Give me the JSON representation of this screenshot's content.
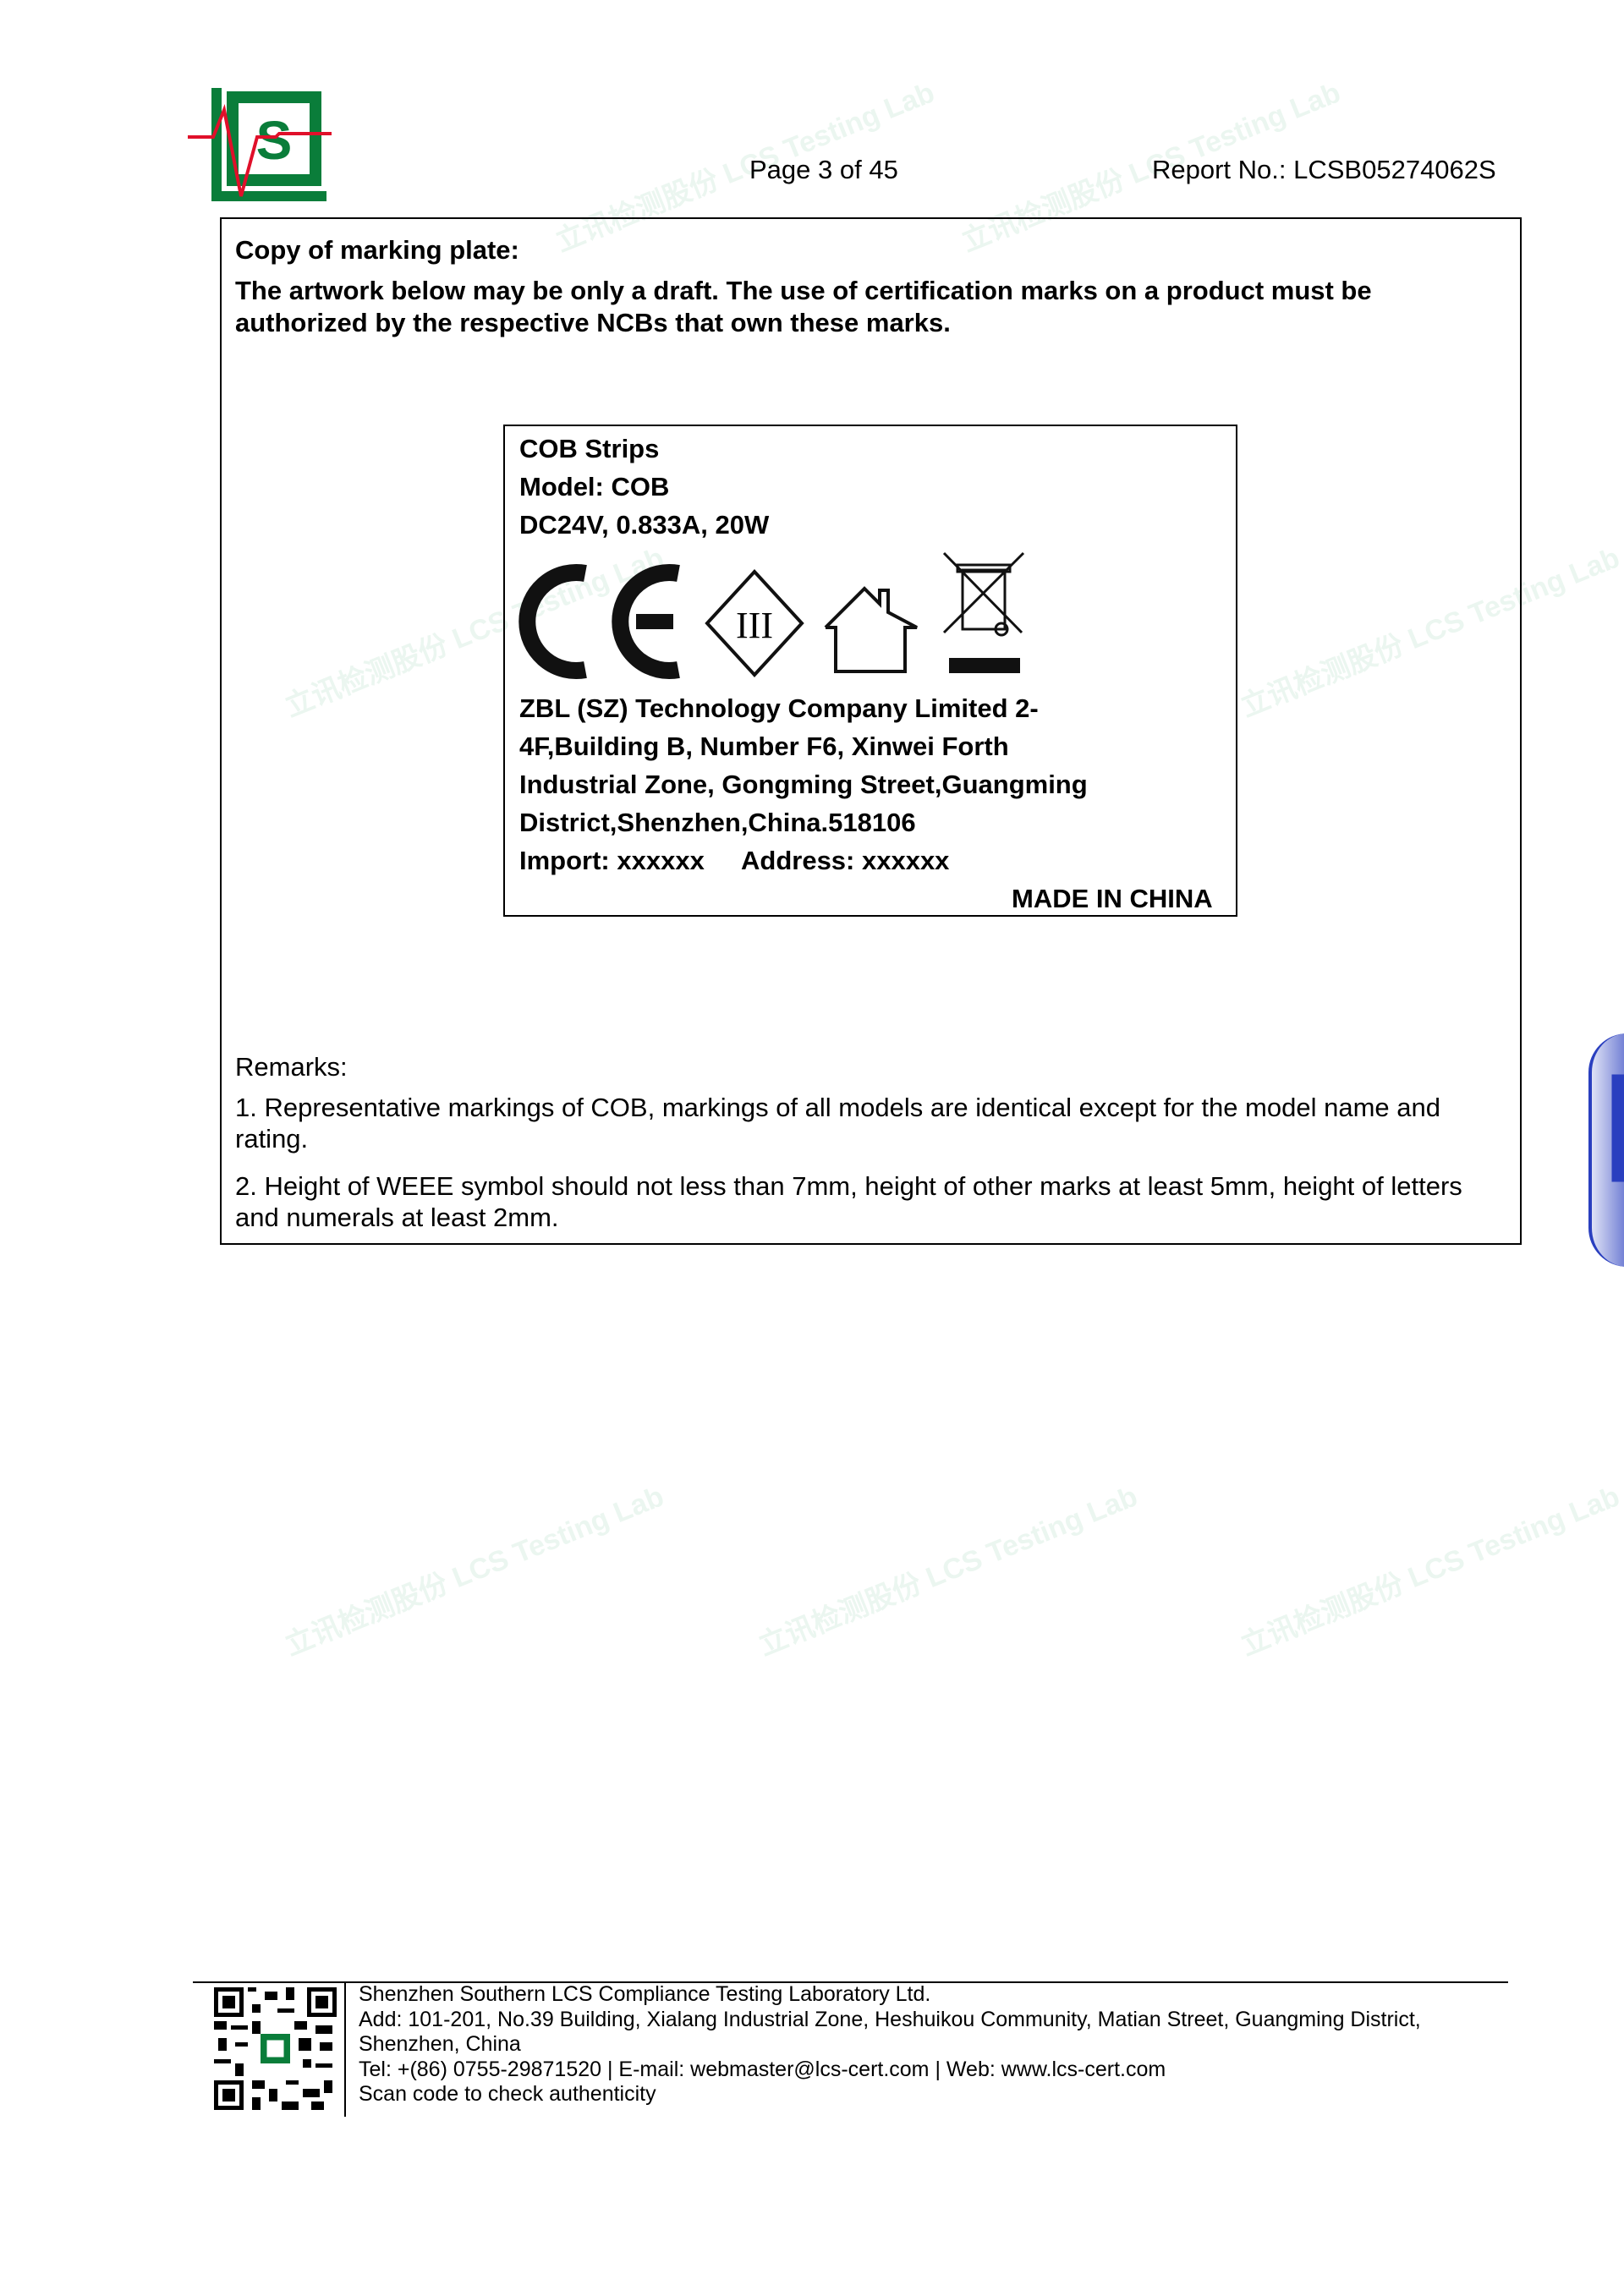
{
  "header": {
    "logo_text": "LCS",
    "page": "Page 3 of 45",
    "report_no": "Report No.: LCSB05274062S"
  },
  "section": {
    "title": "Copy of marking plate:",
    "note": "The artwork below may be only a draft. The use of certification marks on a product must be authorized by the respective NCBs that own these marks."
  },
  "label": {
    "product": "COB Strips",
    "model": "Model: COB",
    "rating": "DC24V, 0.833A, 20W",
    "class_mark": "III",
    "manufacturer_lines": [
      "ZBL (SZ) Technology Company Limited 2-",
      "4F,Building B, Number F6, Xinwei Forth",
      "Industrial Zone, Gongming Street,Guangming",
      "District,Shenzhen,China.518106"
    ],
    "import": "Import: xxxxxx",
    "address": "Address: xxxxxx",
    "origin": "MADE IN CHINA"
  },
  "remarks": {
    "title": "Remarks:",
    "items": [
      "1. Representative markings of COB, markings of all models are identical except for the model name and rating.",
      "2. Height of WEEE symbol should not less than 7mm, height of other marks at least 5mm, height of letters and numerals at least 2mm."
    ]
  },
  "footer": {
    "lines": [
      "Shenzhen Southern LCS Compliance Testing Laboratory Ltd.",
      "Add: 101-201, No.39 Building, Xialang Industrial Zone, Heshuikou Community, Matian Street, Guangming District,",
      "Shenzhen, China",
      "Tel: +(86) 0755-29871520 | E-mail: webmaster@lcs-cert.com | Web: www.lcs-cert.com",
      "Scan code to check authenticity"
    ]
  },
  "watermark": "立讯检测股份 LCS Testing Lab",
  "colors": {
    "brand_green": "#0a7d3a",
    "brand_red": "#e0102a",
    "stamp_blue": "#2a3fbf"
  }
}
